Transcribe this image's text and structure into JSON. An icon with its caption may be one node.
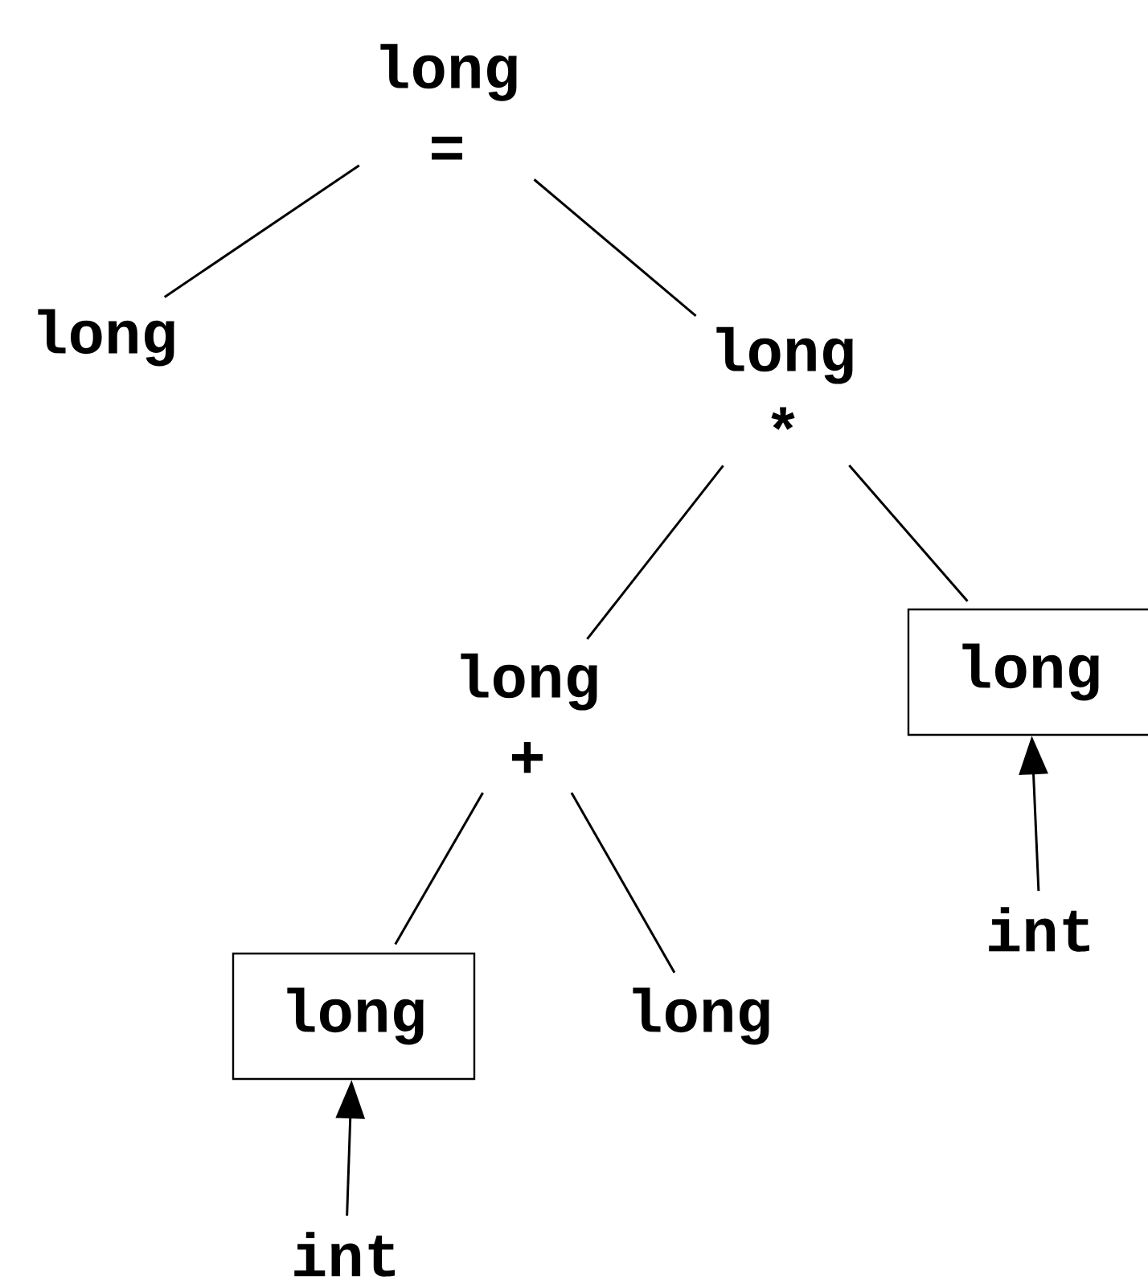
{
  "diagram": {
    "nodes": [
      {
        "text": [
          "long",
          "="
        ]
      },
      {
        "text": [
          "long"
        ]
      },
      {
        "text": [
          "long",
          "*"
        ]
      },
      {
        "text": [
          "long",
          "+"
        ]
      },
      {
        "text": [
          "long"
        ]
      },
      {
        "text": [
          "int"
        ]
      },
      {
        "text": [
          "long"
        ]
      },
      {
        "text": [
          "long"
        ]
      },
      {
        "text": [
          "int"
        ]
      }
    ],
    "edges": [
      {
        "from": 0,
        "to": 1,
        "arrow": "none"
      },
      {
        "from": 0,
        "to": 2,
        "arrow": "none"
      },
      {
        "from": 2,
        "to": 3,
        "arrow": "none"
      },
      {
        "from": 2,
        "to": 4,
        "arrow": "none"
      },
      {
        "from": 5,
        "to": 4,
        "arrow": "to"
      },
      {
        "from": 3,
        "to": 6,
        "arrow": "none"
      },
      {
        "from": 3,
        "to": 7,
        "arrow": "none"
      },
      {
        "from": 8,
        "to": 6,
        "arrow": "to"
      }
    ]
  }
}
